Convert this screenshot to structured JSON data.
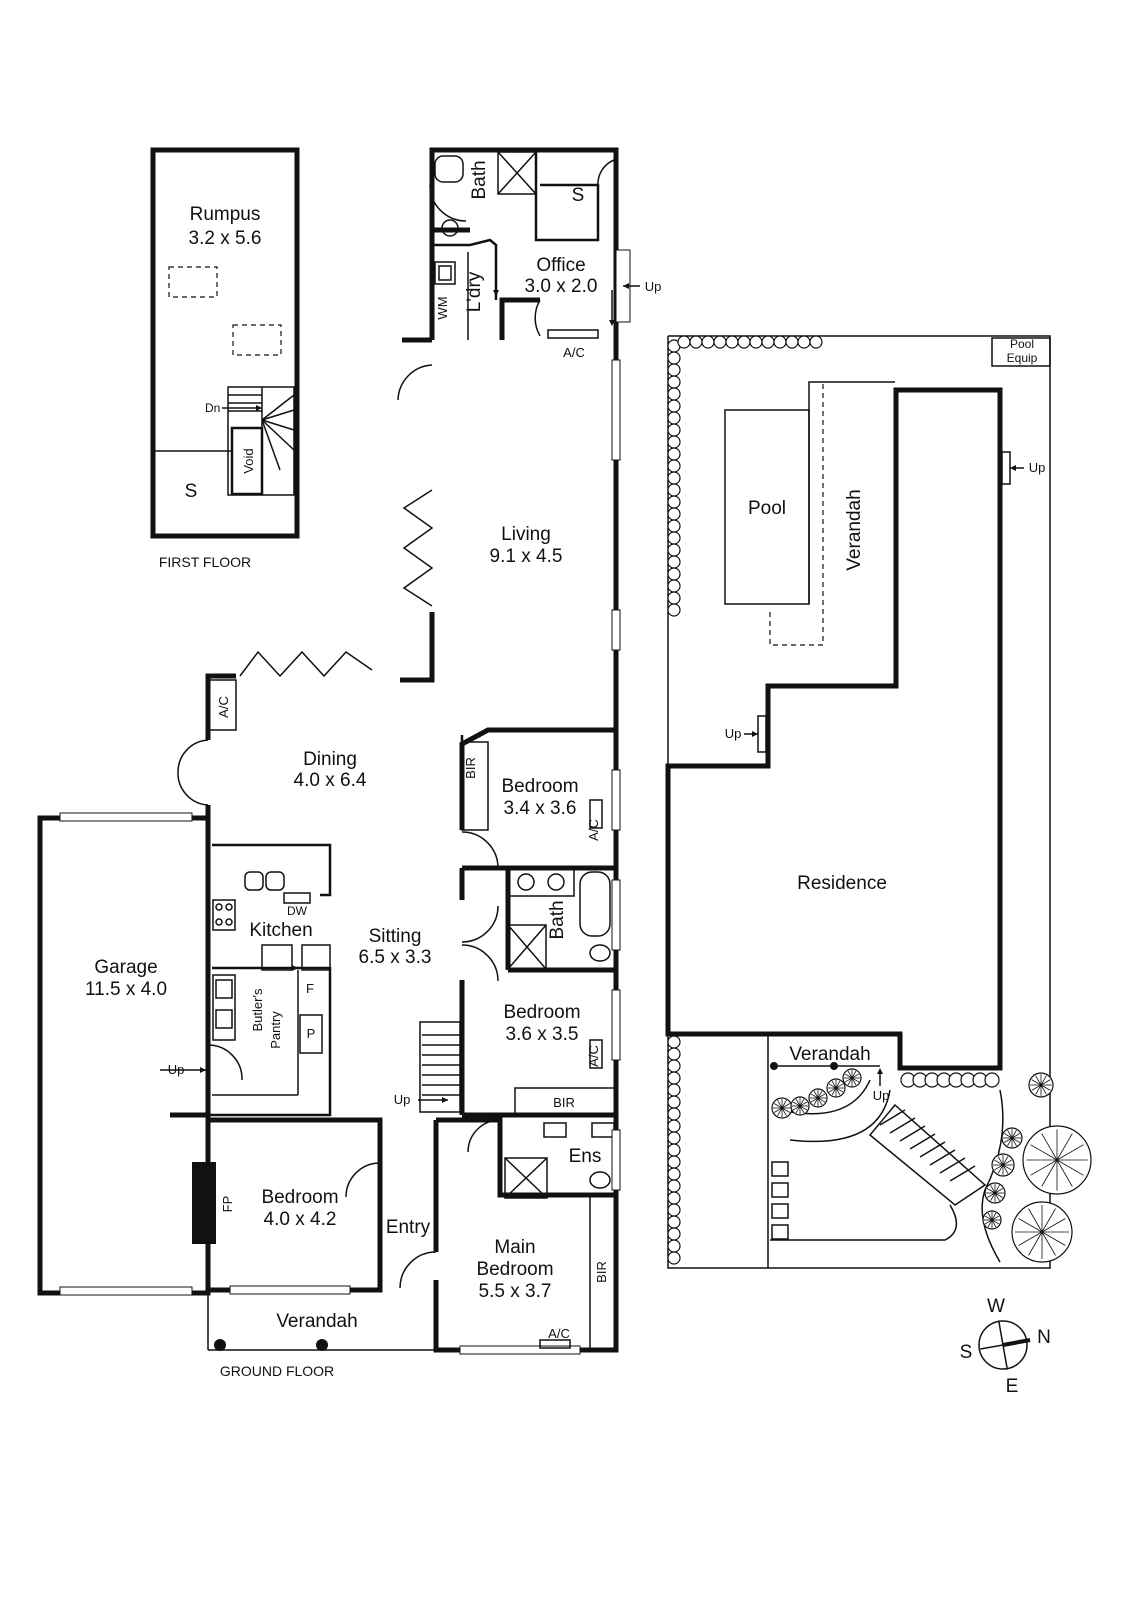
{
  "floors": {
    "first": "FIRST FLOOR",
    "ground": "GROUND FLOOR"
  },
  "rooms": {
    "rumpus": {
      "name": "Rumpus",
      "dim": "3.2 x 5.6"
    },
    "living": {
      "name": "Living",
      "dim": "9.1 x 4.5"
    },
    "office": {
      "name": "Office",
      "dim": "3.0 x 2.0"
    },
    "dining": {
      "name": "Dining",
      "dim": "4.0 x 6.4"
    },
    "sitting": {
      "name": "Sitting",
      "dim": "6.5 x 3.3"
    },
    "kitchen": {
      "name": "Kitchen"
    },
    "garage": {
      "name": "Garage",
      "dim": "11.5 x 4.0"
    },
    "bedroom2": {
      "name": "Bedroom",
      "dim": "3.4 x 3.6"
    },
    "bedroom3": {
      "name": "Bedroom",
      "dim": "3.6 x 3.5"
    },
    "bedroom4": {
      "name": "Bedroom",
      "dim": "4.0 x 4.2"
    },
    "main_bedroom": {
      "name1": "Main",
      "name2": "Bedroom",
      "dim": "5.5 x 3.7"
    },
    "entry": {
      "name": "Entry"
    },
    "front_verandah": {
      "name": "Verandah"
    },
    "bath_upper": {
      "name": "Bath"
    },
    "bath_mid": {
      "name": "Bath"
    },
    "laundry": {
      "name": "L'dry"
    },
    "butlers_pantry": {
      "name1": "Butler's",
      "name2": "Pantry"
    },
    "ensuite": {
      "name": "Ens"
    }
  },
  "site": {
    "pool": "Pool",
    "verandah_pool": "Verandah",
    "residence": "Residence",
    "verandah_rear": "Verandah",
    "pool_equip_1": "Pool",
    "pool_equip_2": "Equip"
  },
  "fixtures": {
    "dn": "Dn",
    "void": "Void",
    "storage": "S",
    "up": "Up",
    "ac": "A/C",
    "bir": "BIR",
    "wm": "WM",
    "dw": "DW",
    "fridge": "F",
    "pantry": "P",
    "fireplace": "FP"
  },
  "compass": {
    "n": "N",
    "s": "S",
    "e": "E",
    "w": "W"
  }
}
